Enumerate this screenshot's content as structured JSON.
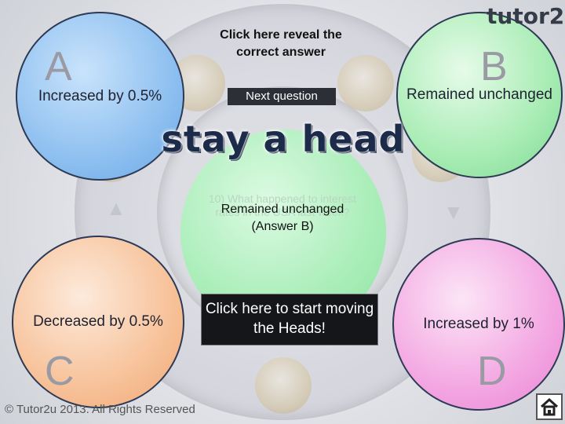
{
  "brand": {
    "logo_text": "tutor2u"
  },
  "game": {
    "logo_text": "stay a head",
    "reveal_label": "Click here reveal the correct answer",
    "next_label": "Next question",
    "question_text": "10) What happened to interest rates in the USA last week?",
    "revealed_answer_text": "Remained unchanged (Answer B)",
    "start_button_label": "Click here to start moving the Heads!"
  },
  "answers": [
    {
      "letter": "A",
      "text": "Increased by 0.5%"
    },
    {
      "letter": "B",
      "text": "Remained unchanged"
    },
    {
      "letter": "C",
      "text": "Decreased by 0.5%"
    },
    {
      "letter": "D",
      "text": "Increased by 1%"
    }
  ],
  "footer": {
    "copyright": "© Tutor2u 2013. All Rights Reserved",
    "home_icon": "home-icon"
  },
  "colors": {
    "answer_a": "#8fc0f0",
    "answer_b": "#a8ecb4",
    "answer_c": "#f7c29a",
    "answer_d": "#f3a7e2",
    "center": "#a9f0b8",
    "button": "#15161a"
  }
}
